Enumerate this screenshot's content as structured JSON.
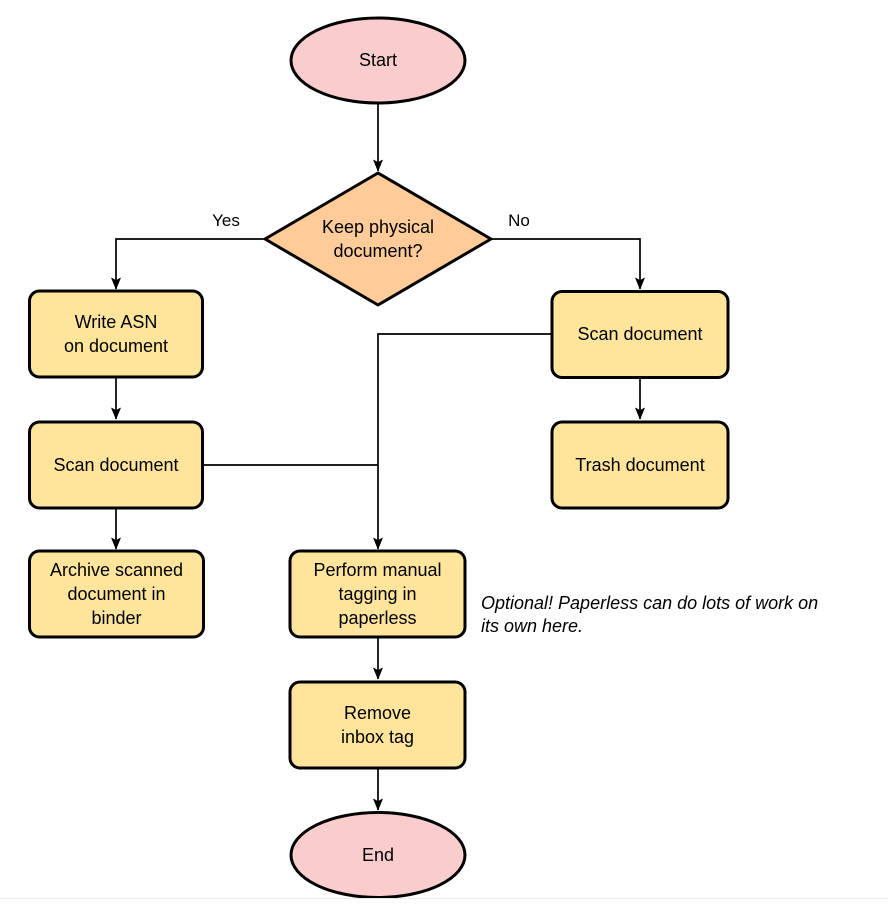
{
  "diagram": {
    "nodes": {
      "start": {
        "label": "Start",
        "type": "terminator"
      },
      "decision": {
        "label": "Keep physical\ndocument?",
        "type": "decision"
      },
      "write_asn": {
        "label": "Write ASN\non document",
        "type": "process"
      },
      "scan_left": {
        "label": "Scan document",
        "type": "process"
      },
      "archive": {
        "label": "Archive scanned\ndocument in\nbinder",
        "type": "process"
      },
      "scan_right": {
        "label": "Scan document",
        "type": "process"
      },
      "trash": {
        "label": "Trash document",
        "type": "process"
      },
      "tagging": {
        "label": "Perform manual\ntagging in\npaperless",
        "type": "process"
      },
      "remove_inbox": {
        "label": "Remove\ninbox tag",
        "type": "process"
      },
      "end": {
        "label": "End",
        "type": "terminator"
      }
    },
    "edge_labels": {
      "yes": "Yes",
      "no": "No"
    },
    "note": "Optional! Paperless can do lots of work on\nits own here.",
    "colors": {
      "terminator_fill": "#F9CDCD",
      "decision_fill": "#FFCC99",
      "process_fill": "#FFE49C",
      "stroke": "#000000"
    }
  }
}
